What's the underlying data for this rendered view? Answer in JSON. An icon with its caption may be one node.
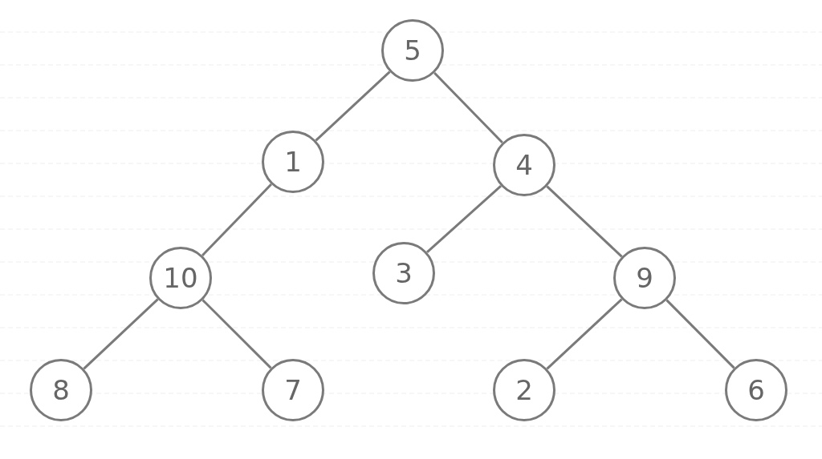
{
  "diagram": {
    "nodes": [
      {
        "text": [
          "5"
        ]
      },
      {
        "text": [
          "1"
        ]
      },
      {
        "text": [
          "4"
        ]
      },
      {
        "text": [
          "10"
        ]
      },
      {
        "text": [
          "3"
        ]
      },
      {
        "text": [
          "9"
        ]
      },
      {
        "text": [
          "8"
        ]
      },
      {
        "text": [
          "7"
        ]
      },
      {
        "text": [
          "2"
        ]
      },
      {
        "text": [
          "6"
        ]
      }
    ],
    "edges": [
      {
        "from": 0,
        "to": 1,
        "arrow": "none"
      },
      {
        "from": 0,
        "to": 2,
        "arrow": "none"
      },
      {
        "from": 1,
        "to": 3,
        "arrow": "none"
      },
      {
        "from": 2,
        "to": 4,
        "arrow": "none"
      },
      {
        "from": 2,
        "to": 5,
        "arrow": "none"
      },
      {
        "from": 3,
        "to": 6,
        "arrow": "none"
      },
      {
        "from": 3,
        "to": 7,
        "arrow": "none"
      },
      {
        "from": 5,
        "to": 8,
        "arrow": "none"
      },
      {
        "from": 5,
        "to": 9,
        "arrow": "none"
      }
    ]
  }
}
